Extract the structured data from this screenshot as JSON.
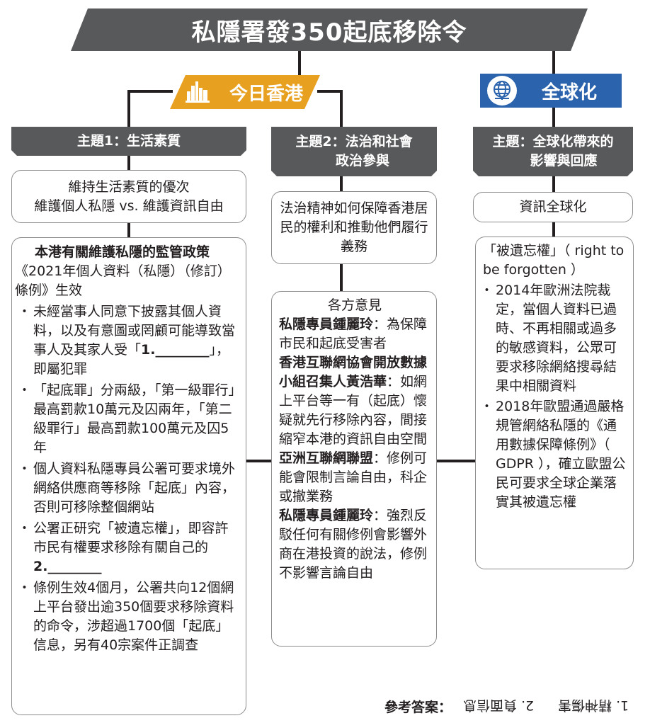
{
  "title": "私隱署發350起底移除令",
  "categories": {
    "hk": "今日香港",
    "global": "全球化"
  },
  "themes": {
    "t1": "主題1：生活素質",
    "t2_line1": "主題2：法治和社會",
    "t2_line2": "政治參與",
    "t3_line1": "主題：全球化帶來的",
    "t3_line2": "影響與回應"
  },
  "col1": {
    "sub_line1": "維持生活素質的優次",
    "sub_line2": "維護個人私隱 vs. 維護資訊自由",
    "policy_heading": "本港有關維護私隱的監管政策",
    "ordinance": "《2021年個人資料（私隱）（修訂）條例》生效",
    "bullet1_a": "未經當事人同意下披露其個人資料，以及有意圖或罔顧可能導致當事人及其家人受「",
    "blank1": "1.________",
    "bullet1_b": "」，即屬犯罪",
    "bullet2": "「起底罪」分兩級，「第一級罪行」最高罰款10萬元及囚兩年，「第二級罪行」最高罰款100萬元及囚5年",
    "bullet3": "個人資料私隱專員公署可要求境外網絡供應商等移除「起底」內容，否則可移除整個網站",
    "bullet4_a": "公署正研究「被遺忘權」，即容許市民有權要求移除有關自己的 ",
    "blank2": "2.________",
    "bullet5": "條例生效4個月，公署共向12個網上平台發出逾350個要求移除資料的命令，涉超過1700個「起底」信息，另有40宗案件正調查"
  },
  "col2": {
    "sub": "法治精神如何保障香港居民的權利和推動他們履行義務",
    "opinions_heading": "各方意見",
    "op1_who": "私隱專員鍾麗玲",
    "op1_text": "：為保障市民和起底受害者",
    "op2_who": "香港互聯網協會開放數據小組召集人黃浩華",
    "op2_text": "：如網上平台等一有（起底）懷疑就先行移除內容，間接縮窄本港的資訊自由空間",
    "op3_who": "亞洲互聯網聯盟",
    "op3_text": "：修例可能會限制言論自由，科企或撤業務",
    "op4_who": "私隱專員鍾麗玲",
    "op4_text": "：強烈反駁任何有關修例會影響外商在港投資的說法，修例不影響言論自由"
  },
  "col3": {
    "sub": "資訊全球化",
    "rtbf_heading": "「被遺忘權」（ right to be forgotten ）",
    "bullet1": "2014年歐洲法院裁定，當個人資料已過時、不再相關或過多的敏感資料，公眾可要求移除網絡搜尋結果中相關資料",
    "bullet2": "2018年歐盟通過嚴格規管網絡私隱的《通用數據保障條例》（ GDPR ），確立歐盟公民可要求全球企業落實其被遺忘權"
  },
  "answer": {
    "label": "參考答案：",
    "a1": "1. 精神傷害",
    "a2": "2. 負面信息"
  },
  "colors": {
    "banner": "#58595b",
    "hk_orange": "#e8a020",
    "global_blue": "#2b63ad"
  },
  "icons": {
    "hk": "city-skyline-icon",
    "global": "globe-icon"
  }
}
